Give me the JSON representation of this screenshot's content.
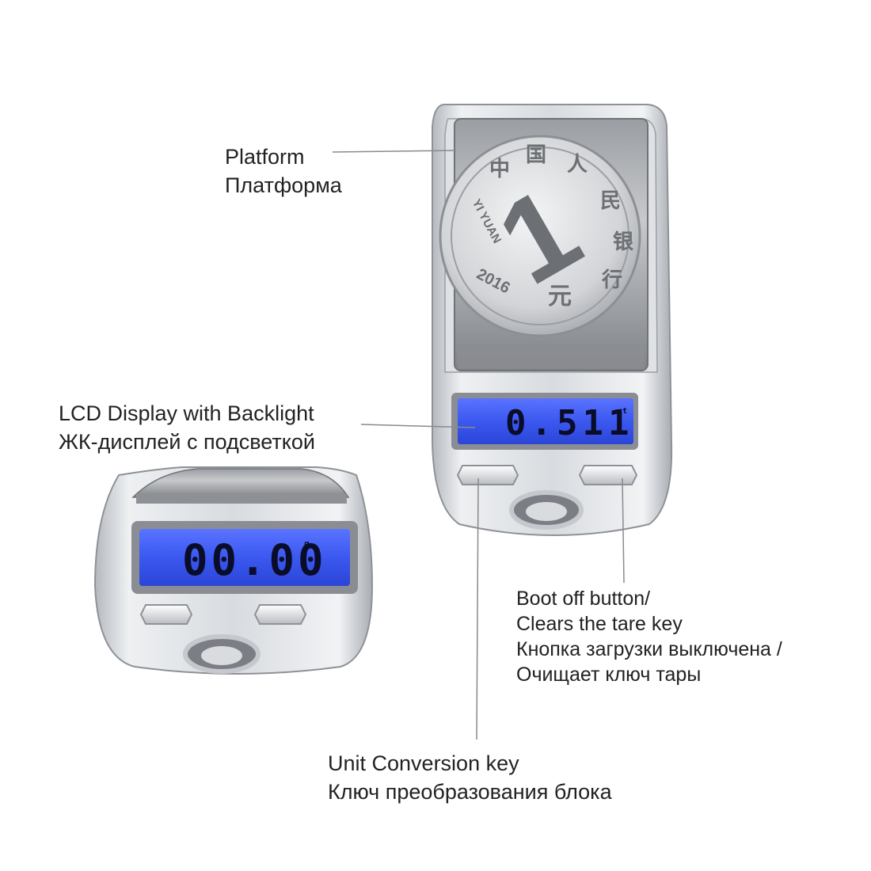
{
  "labels": {
    "platform": {
      "en": "Platform",
      "ru": "Платформа"
    },
    "lcd": {
      "en": "LCD Display with Backlight",
      "ru": "ЖК-дисплей с подсветкой"
    },
    "boot": {
      "en1": "Boot off button/",
      "en2": "Clears the tare key",
      "ru1": "Кнопка загрузки выключена /",
      "ru2": "Очищает ключ тары"
    },
    "unit": {
      "en": "Unit Conversion key",
      "ru": "Ключ преобразования блока"
    }
  },
  "scale_main": {
    "display_reading": "0.511",
    "unit_mark": "ct",
    "coin": {
      "numeral": "1",
      "chars": [
        "中",
        "国",
        "人",
        "民",
        "银",
        "行"
      ],
      "year": "2016",
      "pinyin": "YI YUAN",
      "denomination": "元"
    }
  },
  "scale_inset": {
    "display_reading": "00.00",
    "unit_mark": "g"
  },
  "colors": {
    "lcd_backlight": "#3b58f0",
    "lcd_digits": "#0a0d2a",
    "body_silver": "#c9ccd1",
    "leader_line": "#8a8a8a"
  }
}
